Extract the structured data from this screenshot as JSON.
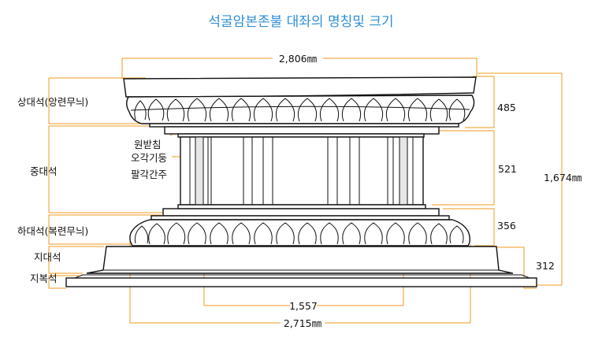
{
  "title": "석굴암본존불 대좌의 명칭및 크기",
  "labels": {
    "upper": "상대석(앙련무늬)",
    "middle": "중대석",
    "lower": "하대석(복련무늬)",
    "ground_base": "지대석",
    "ground_cover": "지복석",
    "round_support": "원받침",
    "pentagonal_pillar": "오각기둥",
    "octagonal_post": "팔각간주"
  },
  "dimensions": {
    "top_width": "2,806㎜",
    "upper_height": "485",
    "middle_height": "521",
    "lower_height": "356",
    "base_height": "312",
    "total_height": "1,674㎜",
    "inner_width": "1,557",
    "bottom_width": "2,715㎜"
  },
  "colors": {
    "title": "#2f8fd6",
    "leader": "#f29a1e",
    "outline": "#111111"
  }
}
